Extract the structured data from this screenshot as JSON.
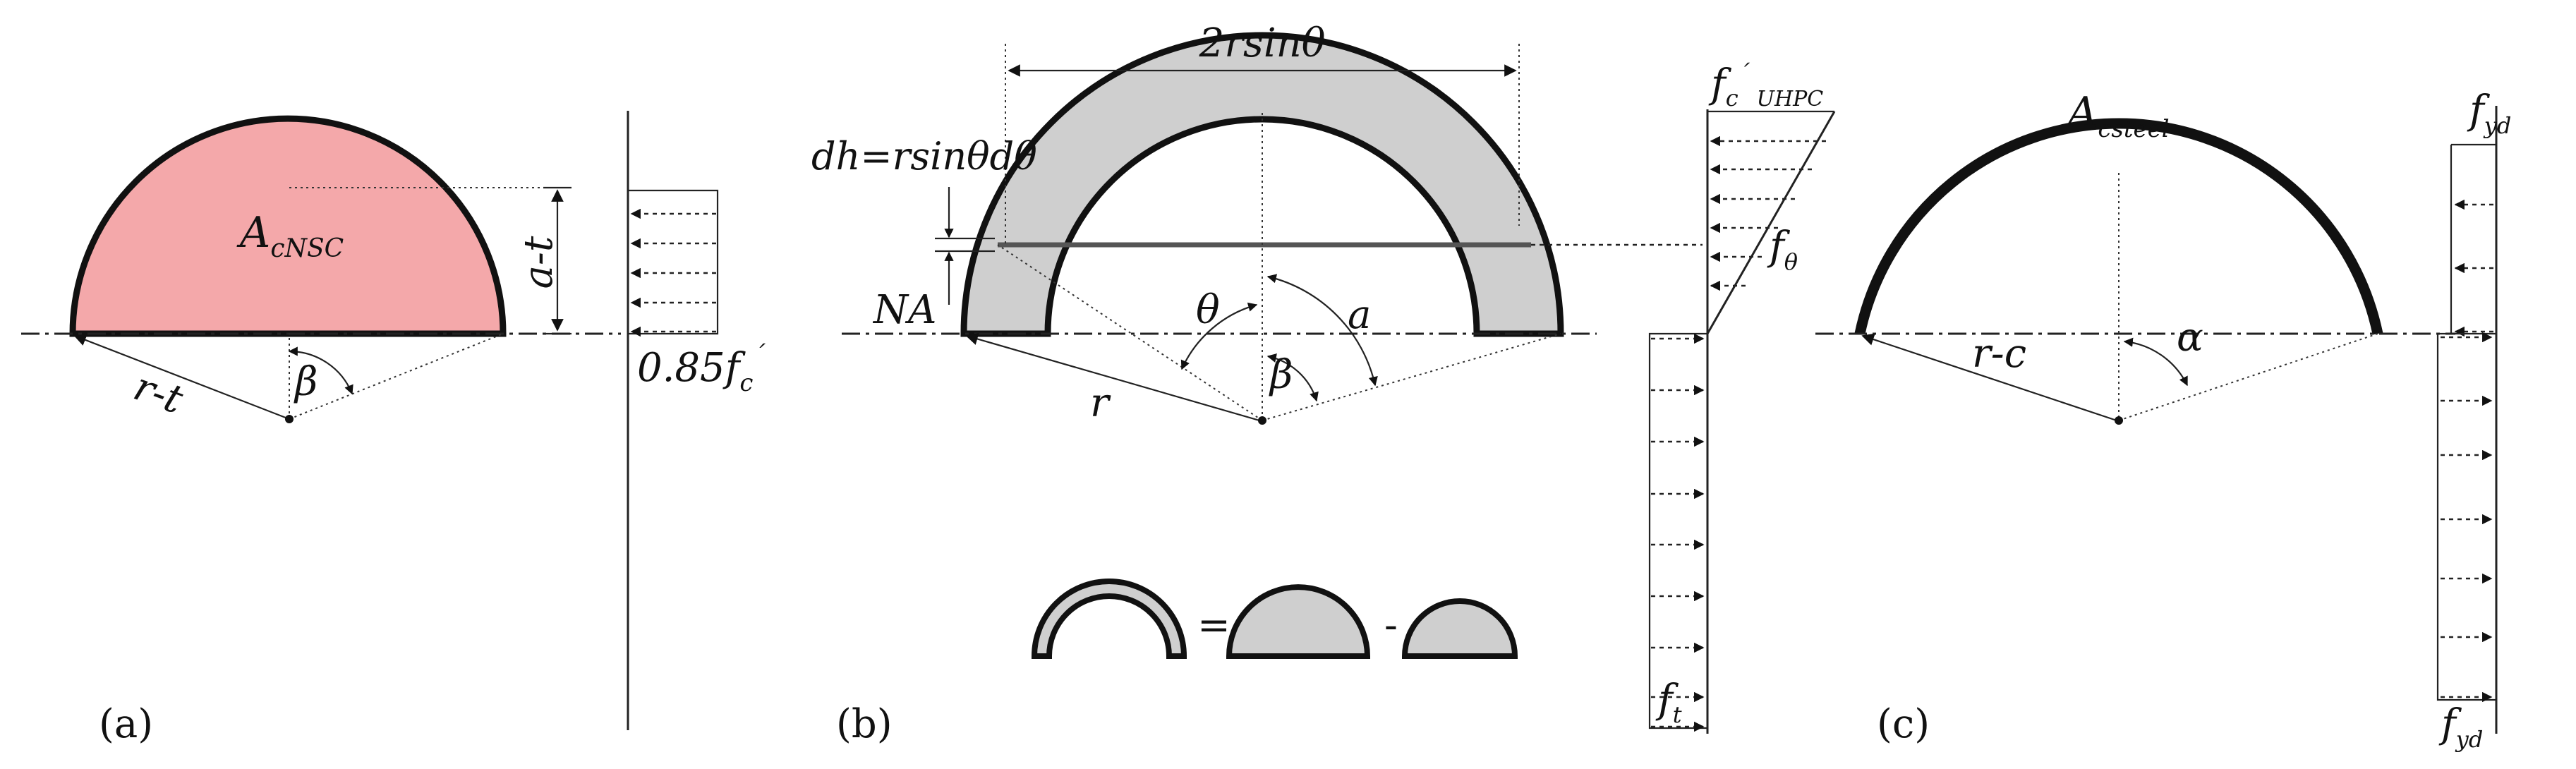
{
  "colors": {
    "nsc_fill": "#F4A8AA",
    "uhpc_fill": "#CFCFCF",
    "stroke": "#111111",
    "strip_line": "#555555"
  },
  "panel_a": {
    "label": "(a)",
    "area_label": "A",
    "area_sub": "cNSC",
    "height_label": "a-t",
    "radius_label": "r-t",
    "angle_label": "β",
    "stress_label": "0.85f",
    "stress_sub": "c",
    "stress_prime": "´"
  },
  "panel_b": {
    "label": "(b)",
    "width_label": "2rsinθ",
    "strip_label": "dh=rsinθdθ",
    "na_label": "NA",
    "theta_label": "θ",
    "alpha_label": "a",
    "beta_label": "β",
    "radius_label": "r",
    "top_stress_label": "f",
    "top_stress_sub": "c",
    "top_stress_prime": "´",
    "top_stress_sub2": "UHPC",
    "theta_stress_label": "f",
    "theta_stress_sub": "θ",
    "tension_label": "f",
    "tension_sub": "t",
    "equation_equals": "=",
    "equation_minus": "-"
  },
  "panel_c": {
    "label": "(c)",
    "area_label": "A",
    "area_sub": "csteel",
    "radius_label": "r-c",
    "angle_label": "α",
    "top_stress_label": "f",
    "top_stress_sub": "yd",
    "bottom_stress_label": "f",
    "bottom_stress_sub": "yd"
  }
}
